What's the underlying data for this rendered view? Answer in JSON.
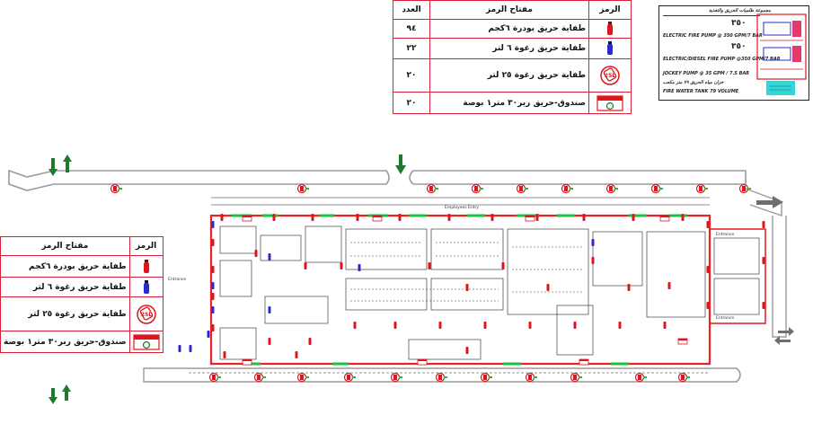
{
  "legend_top": {
    "headers": {
      "symbol": "الرمز",
      "key": "مفتاح الرمز",
      "count": "العدد"
    },
    "rows": [
      {
        "label": "طفاية حريق بودرة ٦كجم",
        "count": "٩٤",
        "icon": "powder-extinguisher-icon"
      },
      {
        "label": "طفاية حريق رغوة ٦ لتر",
        "count": "٢٢",
        "icon": "foam-extinguisher-icon"
      },
      {
        "label": "طفاية حريق رغوة ٢٥ لتر",
        "count": "٢٠",
        "icon": "wheeled-extinguisher-icon"
      },
      {
        "label": "صندوق-حريق ربر٣٠ متر١ بوصة",
        "count": "٢٠",
        "icon": "hose-reel-icon"
      }
    ]
  },
  "legend_left": {
    "headers": {
      "symbol": "الرمز",
      "key": "مفتاح الرمز"
    },
    "rows": [
      {
        "label": "طفاية حريق بودرة ٦كجم",
        "icon": "powder-extinguisher-icon"
      },
      {
        "label": "طفاية حريق رغوة ٦ لتر",
        "icon": "foam-extinguisher-icon"
      },
      {
        "label": "طفاية حريق رغوة ٢٥ لتر",
        "icon": "wheeled-extinguisher-icon"
      },
      {
        "label": "صندوق-حريق ربر٣٠ متر١ بوصة",
        "icon": "hose-reel-icon"
      }
    ]
  },
  "pump_room": {
    "title": "مجموعة طلمبات الحريق والتغذية",
    "electric_value": "٣٥٠",
    "electric_label": "ELECTRIC FIRE PUMP @ 350 GPM/7 BAR",
    "diesel_value": "٣٥٠",
    "diesel_label": "ELECTRIC/DIESEL FIRE PUMP @350 GPM/7 BAR",
    "jockey_label": "JOCKEY PUMP @ 35 GPM / 7.5 BAR",
    "tank_ar": "خزان مياه الحريق ٧٩ متر مكعب",
    "tank_label": "FIRE WATER TANK  79 VOLUME"
  },
  "plan_labels": {
    "entrance_left": "Entrance",
    "entrance_right_1": "Entrance",
    "entrance_right_2": "Entrance",
    "employees_entry": "Employees Entry"
  },
  "colors": {
    "legend_border": "#d8203a",
    "extinguisher_red": "#e0141c",
    "foam_blue": "#2a2ad0",
    "wall_red": "#e8232a",
    "wall_green": "#18c23a",
    "arrow_green": "#1f7a2e",
    "arrow_grey": "#6f6f6f"
  }
}
